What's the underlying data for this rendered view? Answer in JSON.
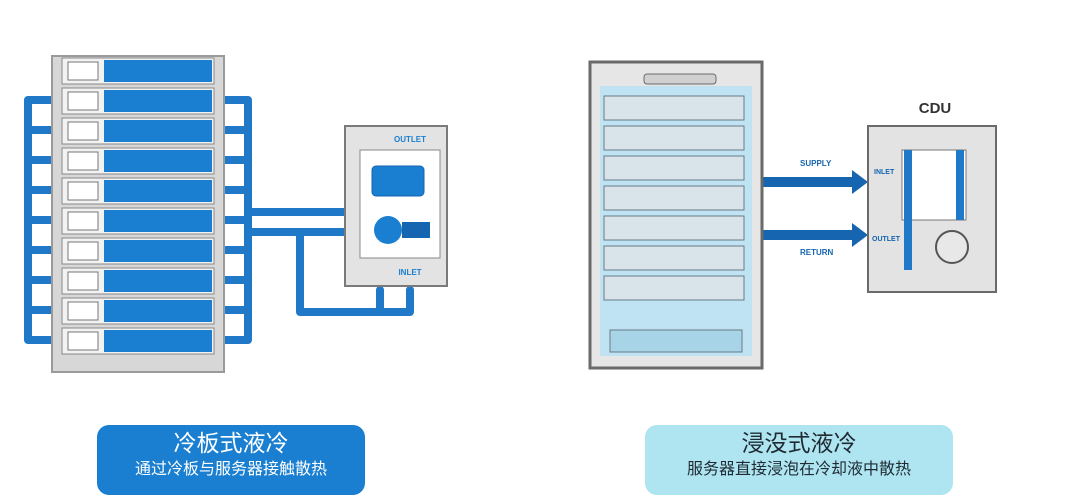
{
  "cold_plate": {
    "outlet_label": "OUTLET",
    "inlet_label": "INLET",
    "title": "冷板式液冷",
    "subtitle": "通过冷板与服务器接触散热"
  },
  "immersion": {
    "supply_label": "SUPPLY",
    "return_label": "RETURN",
    "cdu_title": "CDU",
    "cdu_inlet_label": "INLET",
    "cdu_outlet_label": "OUTLET",
    "title": "浸没式液冷",
    "subtitle": "服务器直接浸泡在冷却液中散热"
  },
  "colors": {
    "blue": "#1a7fd0",
    "pipe": "#1f78c8",
    "dark_blue": "#1565b0",
    "rack_gray": "#d7d7d7",
    "frame_gray": "#6a6a6a",
    "tank_water": "#bfe3f2",
    "label_light": "#aee5f0"
  }
}
